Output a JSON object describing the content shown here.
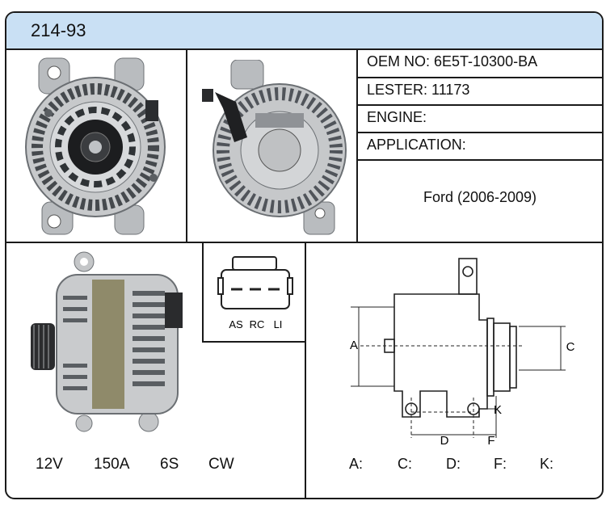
{
  "part_number": "214-93",
  "fields": {
    "oem": "OEM NO:  6E5T-10300-BA",
    "lester": "LESTER:  11173",
    "engine": "ENGINE:",
    "application": "APPLICATION:"
  },
  "application_value": "Ford (2006-2009)",
  "plug": {
    "pins": [
      "AS",
      "RC",
      "LI"
    ]
  },
  "specs": {
    "voltage": "12V",
    "amperage": "150A",
    "pulley": "6S",
    "rotation": "CW"
  },
  "diagram": {
    "labels": {
      "a": "A",
      "c": "C",
      "d": "D",
      "f": "F",
      "k": "K"
    }
  },
  "dimensions": {
    "a": "A:",
    "c": "C:",
    "d": "D:",
    "f": "F:",
    "k": "K:"
  }
}
